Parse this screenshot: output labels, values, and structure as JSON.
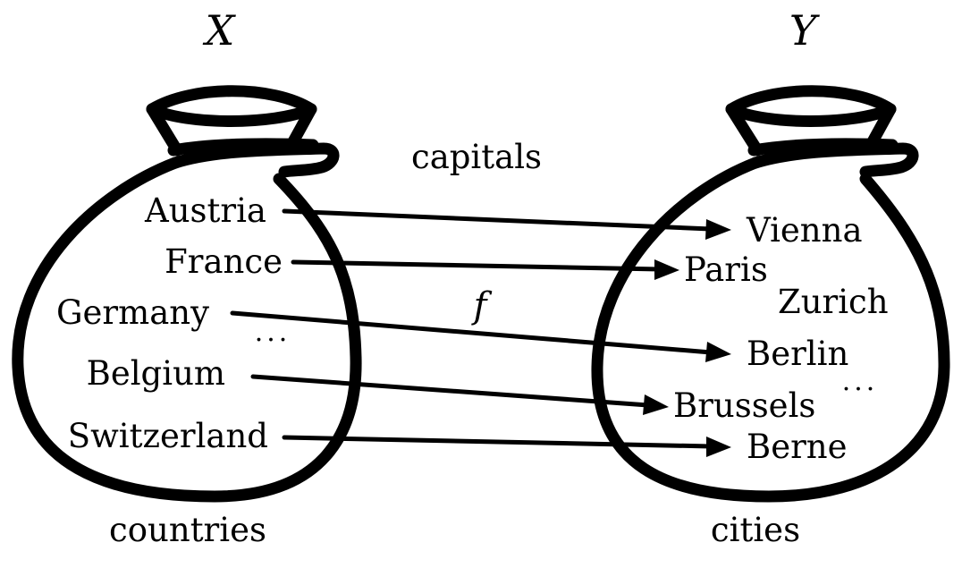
{
  "domain_sets": {
    "domain": {
      "name": "X",
      "caption": "countries",
      "elements": [
        "Austria",
        "France",
        "Germany",
        "Belgium",
        "Switzerland"
      ],
      "ellipsis": "···"
    },
    "codomain": {
      "name": "Y",
      "caption": "cities",
      "elements": [
        "Vienna",
        "Paris",
        "Zurich",
        "Berlin",
        "Brussels",
        "Berne"
      ],
      "ellipsis": "···"
    }
  },
  "function": {
    "name": "f",
    "description": "capitals",
    "mapping": [
      {
        "from": "Austria",
        "to": "Vienna"
      },
      {
        "from": "France",
        "to": "Paris"
      },
      {
        "from": "Germany",
        "to": "Berlin"
      },
      {
        "from": "Belgium",
        "to": "Brussels"
      },
      {
        "from": "Switzerland",
        "to": "Berne"
      }
    ]
  },
  "colors": {
    "ink": "#000000",
    "background": "#ffffff"
  }
}
